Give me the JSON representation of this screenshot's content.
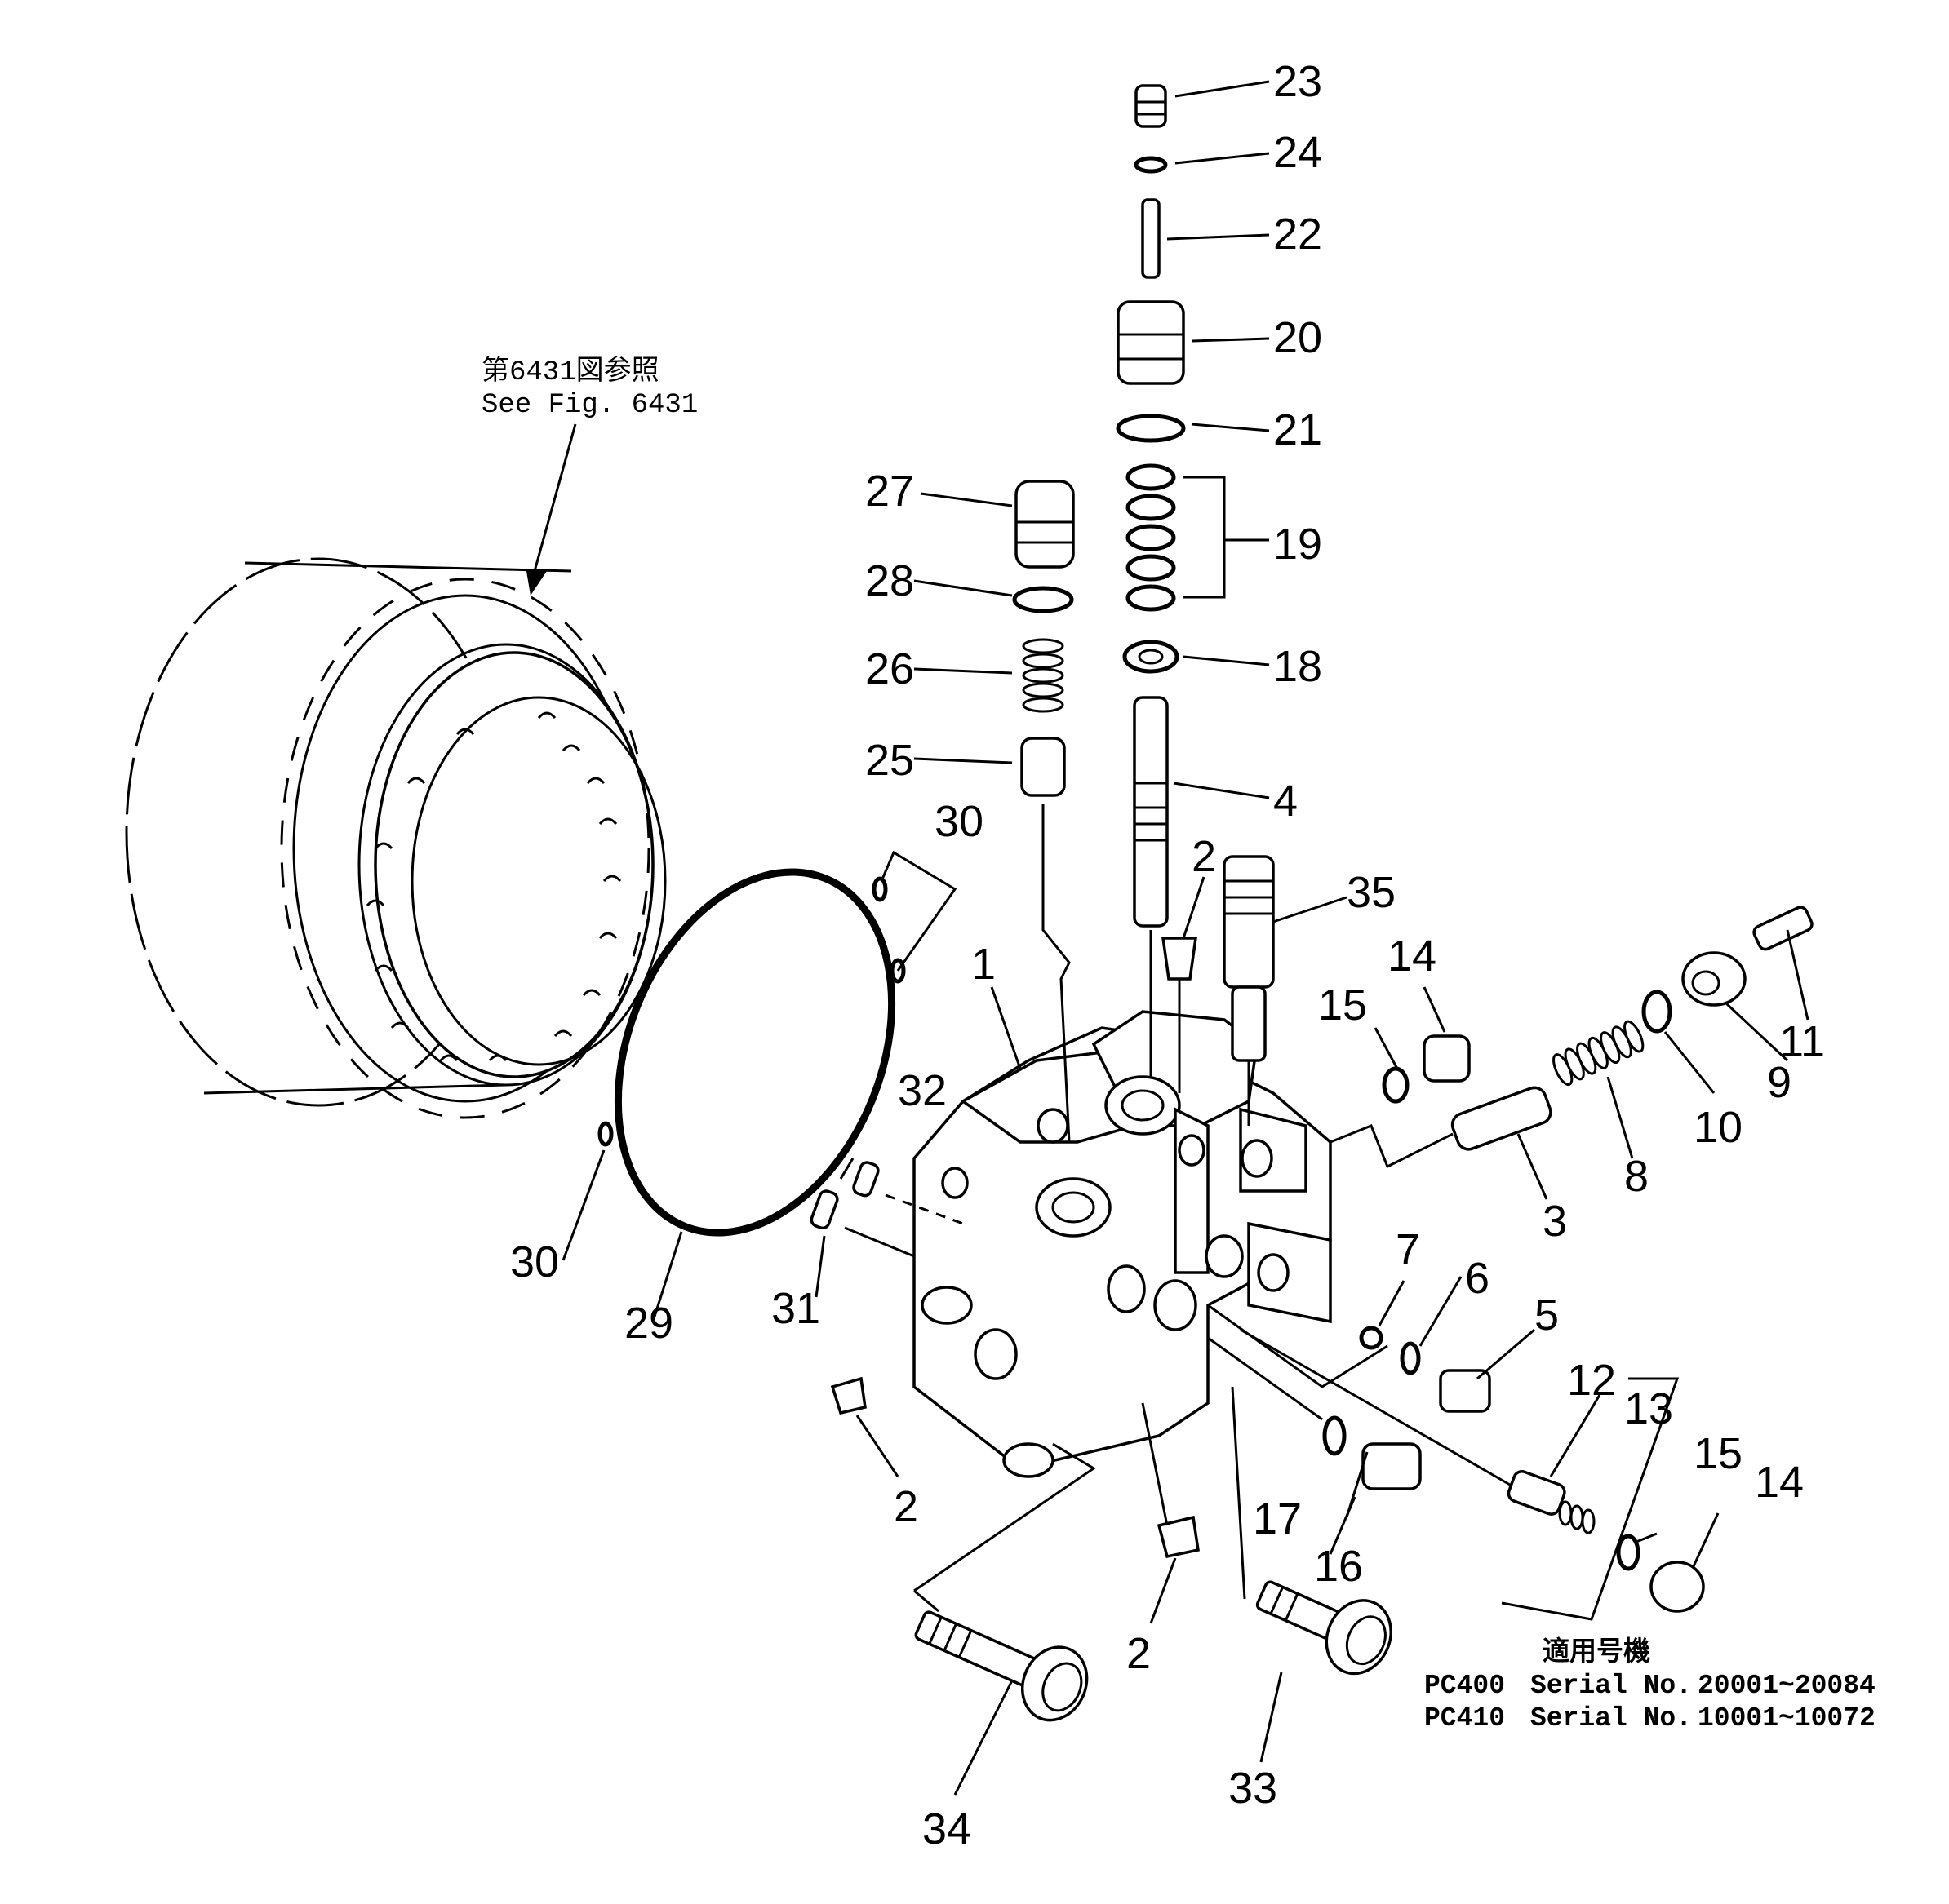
{
  "reference_note": {
    "line1": "第6431図参照",
    "line2": "See Fig. 6431"
  },
  "applicability": {
    "heading": "適用号機",
    "rows": [
      {
        "model": "PC400",
        "label": "Serial No.",
        "range": "20001~20084"
      },
      {
        "model": "PC410",
        "label": "Serial No.",
        "range": "10001~10072"
      }
    ]
  },
  "callouts": {
    "c1": "1",
    "c2a": "2",
    "c2b": "2",
    "c2c": "2",
    "c3": "3",
    "c4": "4",
    "c5": "5",
    "c6": "6",
    "c7": "7",
    "c8": "8",
    "c9": "9",
    "c10": "10",
    "c11": "11",
    "c12": "12",
    "c13": "13",
    "c14a": "14",
    "c14b": "14",
    "c15a": "15",
    "c15b": "15",
    "c16": "16",
    "c17": "17",
    "c18": "18",
    "c19": "19",
    "c20": "20",
    "c21": "21",
    "c22": "22",
    "c23": "23",
    "c24": "24",
    "c25": "25",
    "c26": "26",
    "c27": "27",
    "c28": "28",
    "c29": "29",
    "c30a": "30",
    "c30b": "30",
    "c31": "31",
    "c32": "32",
    "c33": "33",
    "c34": "34",
    "c35": "35"
  }
}
